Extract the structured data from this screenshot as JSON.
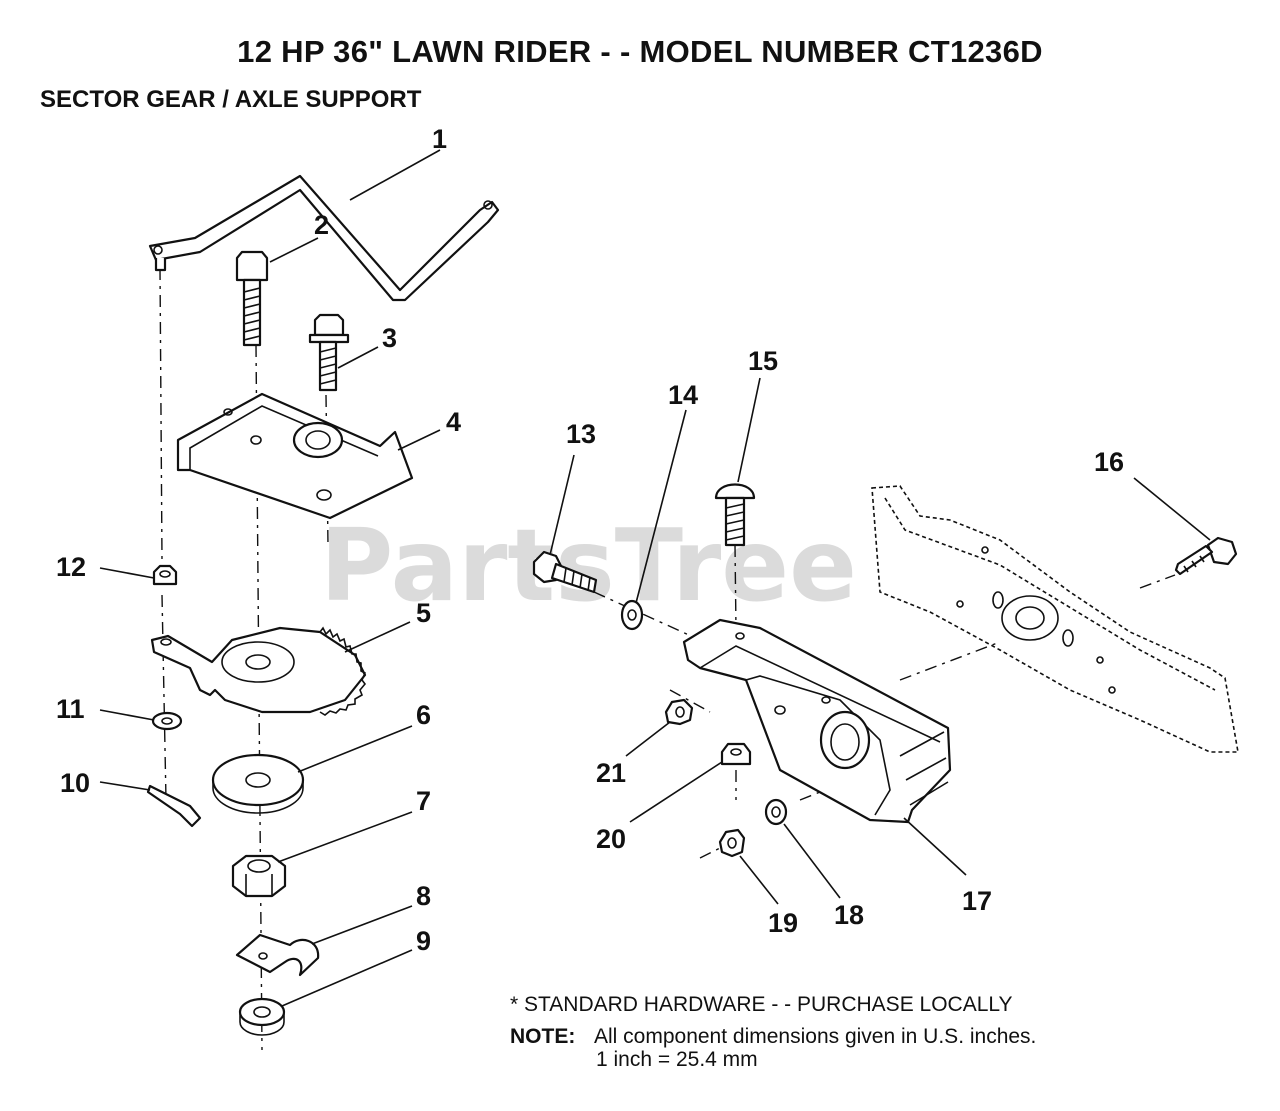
{
  "header": {
    "title": "12 HP 36\" LAWN RIDER - - MODEL NUMBER CT1236D",
    "subtitle": "SECTOR GEAR / AXLE SUPPORT"
  },
  "watermark": "PartsTree",
  "callouts": [
    "1",
    "2",
    "3",
    "4",
    "5",
    "6",
    "7",
    "8",
    "9",
    "10",
    "11",
    "12",
    "13",
    "14",
    "15",
    "16",
    "17",
    "18",
    "19",
    "20",
    "21"
  ],
  "notes": {
    "standard_hardware": "* STANDARD HARDWARE - - PURCHASE LOCALLY",
    "note_label": "NOTE:",
    "note_line1": "All component dimensions given in U.S. inches.",
    "note_line2": "1 inch = 25.4 mm"
  }
}
